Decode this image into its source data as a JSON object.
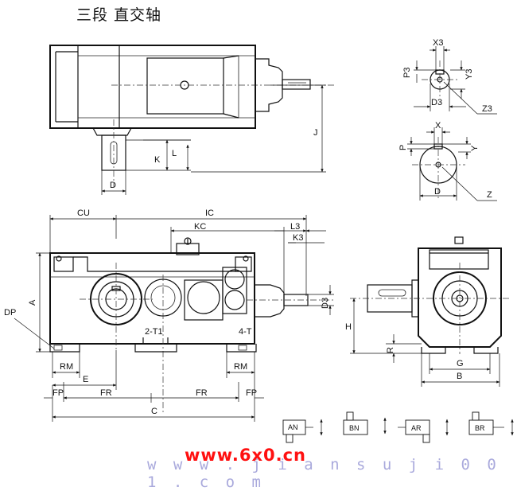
{
  "title": "三段   直交轴",
  "labels": {
    "X3": "X3",
    "P3": "P3",
    "Y3": "Y3",
    "D3": "D3",
    "Z3": "Z3",
    "X": "X",
    "P": "P",
    "Y": "Y",
    "D": "D",
    "Z": "Z",
    "J": "J",
    "K": "K",
    "L": "L",
    "CU": "CU",
    "IC": "IC",
    "KC": "KC",
    "L3": "L3",
    "K3": "K3",
    "A": "A",
    "DP": "DP",
    "RM": "RM",
    "E": "E",
    "FP": "FP",
    "FR": "FR",
    "C": "C",
    "T1": "2-T1",
    "T": "4-T",
    "H": "H",
    "R": "R",
    "G": "G",
    "B": "B"
  },
  "mount_variants": [
    "AN",
    "BN",
    "AR",
    "BR"
  ],
  "watermark": {
    "logo": "www.6x0.cn",
    "url": "w w w . j i a n s u j i 0 0 1 . c o m"
  },
  "colors": {
    "line": "#111111",
    "watermark_red": "#ff1010",
    "watermark_blue": "#9b9bd6"
  }
}
